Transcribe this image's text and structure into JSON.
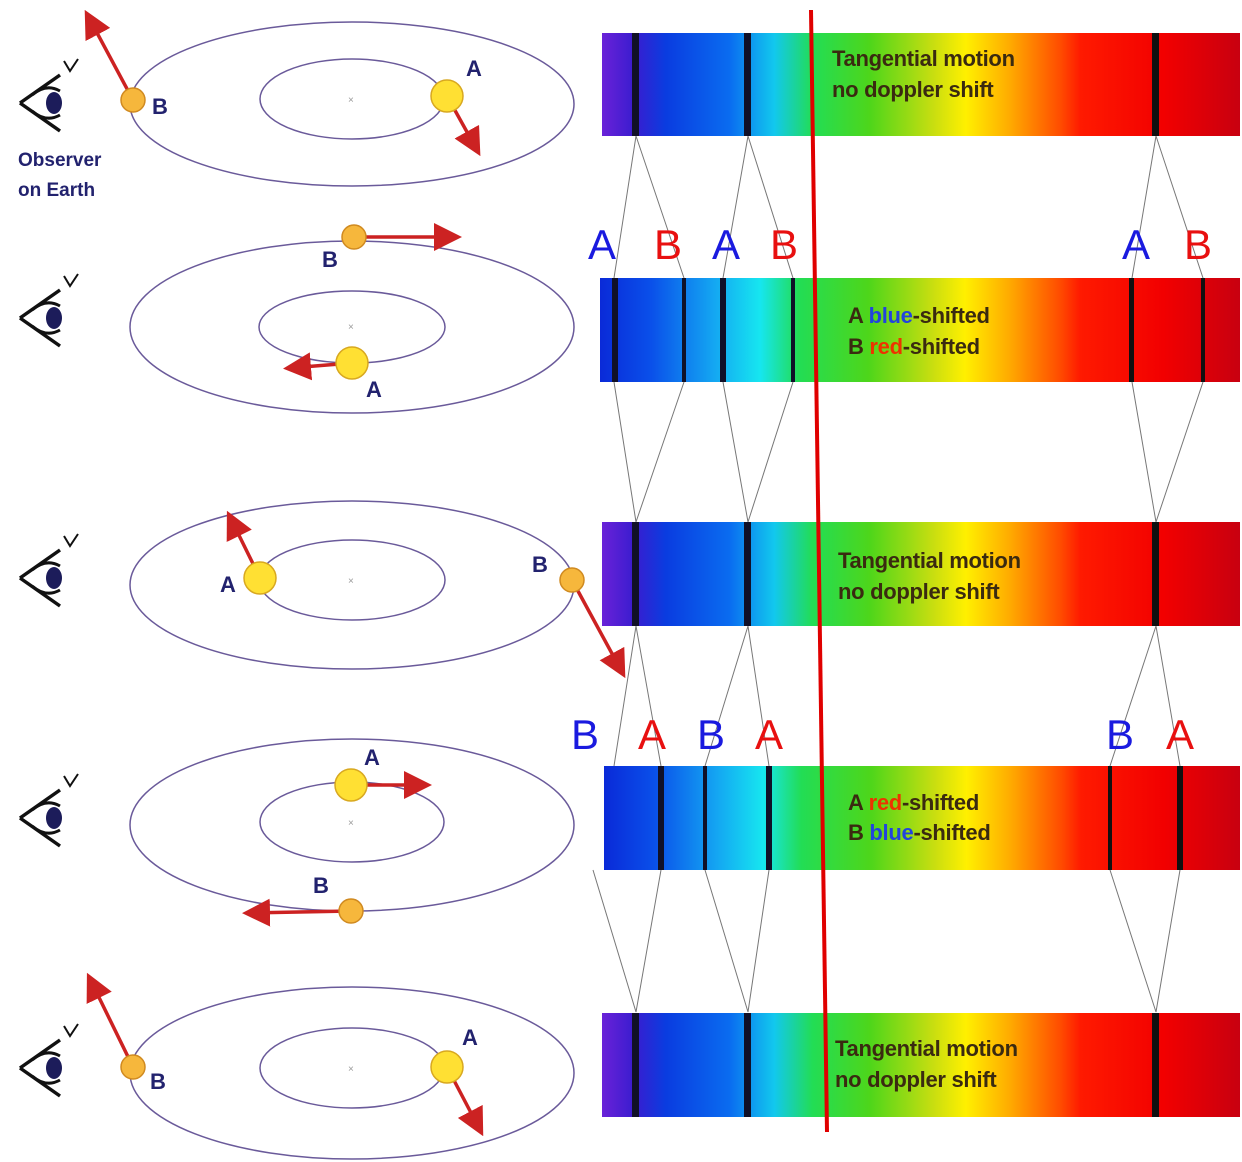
{
  "observer": {
    "label_line1": "Observer",
    "label_line2": "on Earth",
    "velocity_symbol": "v"
  },
  "star_labels": {
    "a": "A",
    "b": "B"
  },
  "panels": [
    {
      "caption_line1": "Tangential motion",
      "caption_line2": "no doppler shift"
    },
    {
      "caption_a_prefix": "A ",
      "caption_a_word": "blue",
      "caption_a_suffix": "-shifted",
      "caption_b_prefix": "B ",
      "caption_b_word": "red",
      "caption_b_suffix": "-shifted"
    },
    {
      "caption_line1": "Tangential motion",
      "caption_line2": "no doppler shift"
    },
    {
      "caption_a_prefix": "A ",
      "caption_a_word": "red",
      "caption_a_suffix": "-shifted",
      "caption_b_prefix": "B ",
      "caption_b_word": "blue",
      "caption_b_suffix": "-shifted"
    },
    {
      "caption_line1": "Tangential motion",
      "caption_line2": "no doppler shift"
    }
  ],
  "line_labels_row1": [
    "A",
    "B",
    "A",
    "B",
    "A",
    "B"
  ],
  "line_labels_row2": [
    "B",
    "A",
    "B",
    "A",
    "B",
    "A"
  ],
  "colors": {
    "label_blue": "#1a1adf",
    "label_red": "#e81010",
    "arrow": "#cc2222",
    "reference_line": "#e00000",
    "orbit": "#6a5a9a",
    "star_big": "#ffe033",
    "star_small": "#f6b73c"
  }
}
